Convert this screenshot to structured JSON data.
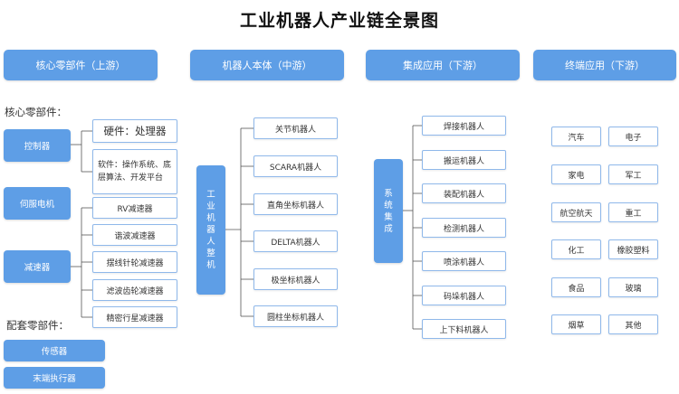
{
  "title": "工业机器人产业链全景图",
  "headers": [
    "核心零部件（上游）",
    "机器人本体（中游）",
    "集成应用（下游）",
    "终端应用（下游）"
  ],
  "upstream": {
    "core_label": "核心零部件：",
    "controller": "控制器",
    "hardware": "硬件：处理器",
    "software": "软件：操作系统、底层算法、开发平台",
    "servo_motor": "伺服电机",
    "reducer": "减速器",
    "reducers": [
      "RV减速器",
      "谐波减速器",
      "摆线针轮减速器",
      "滤波齿轮减速器",
      "精密行星减速器"
    ],
    "support_label": "配套零部件：",
    "support_items": [
      "传感器",
      "末端执行器"
    ]
  },
  "midstream": {
    "center": "工业机器人整机",
    "items": [
      "关节机器人",
      "SCARA机器人",
      "直角坐标机器人",
      "DELTA机器人",
      "极坐标机器人",
      "圆柱坐标机器人"
    ]
  },
  "integration": {
    "center": "系统集成",
    "items": [
      "焊接机器人",
      "搬运机器人",
      "装配机器人",
      "检测机器人",
      "喷涂机器人",
      "码垛机器人",
      "上下料机器人"
    ]
  },
  "terminal": {
    "left": [
      "汽车",
      "家电",
      "航空航天",
      "化工",
      "食品",
      "烟草"
    ],
    "right": [
      "电子",
      "军工",
      "重工",
      "橡胶塑料",
      "玻璃",
      "其他"
    ]
  }
}
